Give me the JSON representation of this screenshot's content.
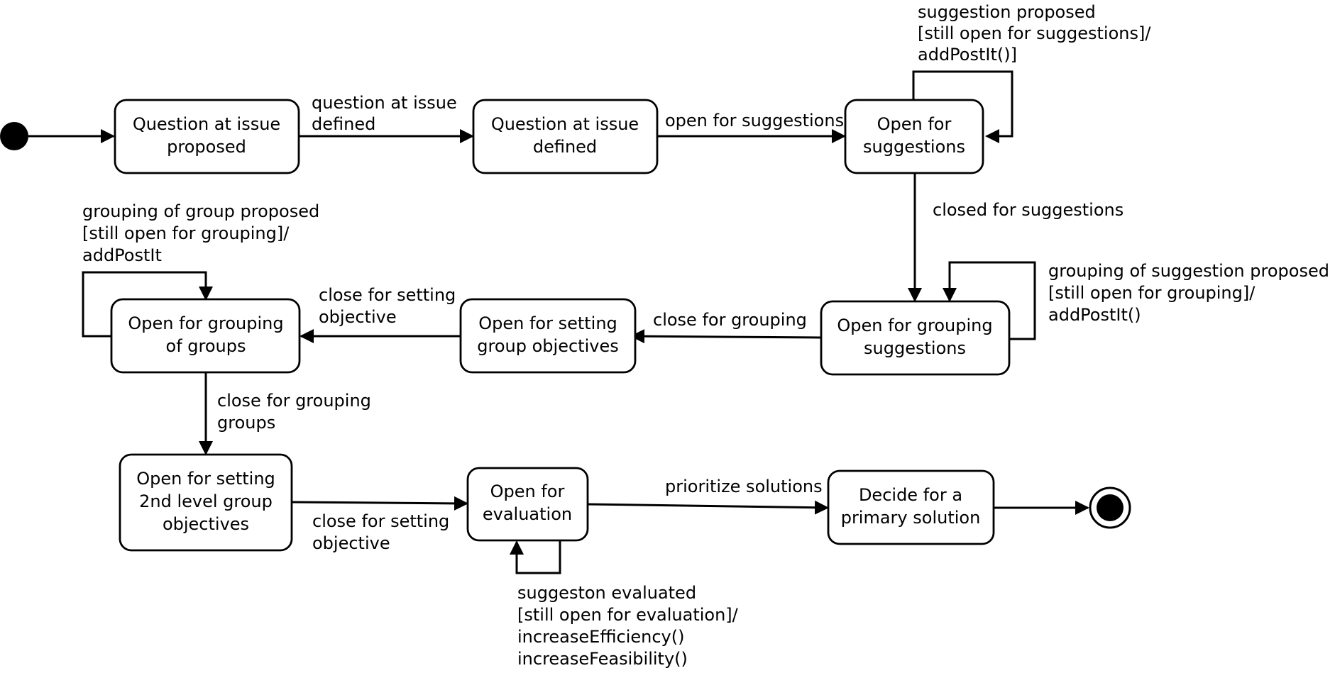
{
  "states": {
    "s1": [
      "Question at issue",
      "proposed"
    ],
    "s2": [
      "Question at issue",
      "defined"
    ],
    "s3": [
      "Open for",
      "suggestions"
    ],
    "s4": [
      "Open for grouping",
      "suggestions"
    ],
    "s5": [
      "Open for setting",
      "group objectives"
    ],
    "s6": [
      "Open for grouping",
      "of groups"
    ],
    "s7": [
      "Open for setting",
      "2nd level group",
      "objectives"
    ],
    "s8": [
      "Open for",
      "evaluation"
    ],
    "s9": [
      "Decide for a",
      "primary solution"
    ]
  },
  "transitions": {
    "t_s1_s2": [
      "question at issue",
      "defined"
    ],
    "t_s2_s3": [
      "open for suggestions"
    ],
    "t_s3_self": [
      "suggestion proposed",
      "[still open for suggestions]/",
      "addPostIt()]"
    ],
    "t_s3_s4": [
      "closed for suggestions"
    ],
    "t_s4_self": [
      "grouping of suggestion proposed",
      "[still open for grouping]/",
      "addPostIt()"
    ],
    "t_s4_s5": [
      "close for grouping"
    ],
    "t_s5_s6": [
      "close for setting",
      "objective"
    ],
    "t_s6_self": [
      "grouping of group proposed",
      "[still open for grouping]/",
      "addPostIt"
    ],
    "t_s6_s7": [
      "close for grouping",
      "groups"
    ],
    "t_s7_s8": [
      "close for setting",
      "objective"
    ],
    "t_s8_self": [
      "suggeston evaluated",
      "[still open for evaluation]/",
      "increaseEfficiency()",
      "increaseFeasibility()"
    ],
    "t_s8_s9": [
      "prioritize solutions"
    ]
  }
}
